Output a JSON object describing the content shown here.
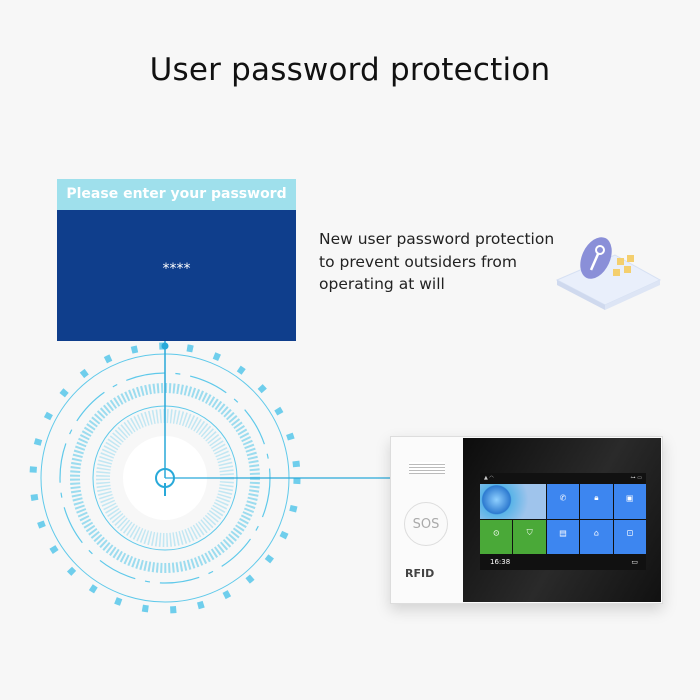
{
  "title": "User password protection",
  "password_screen": {
    "prompt": "Please enter your password",
    "masked_value": "****"
  },
  "description": "New user password protection to prevent outsiders from operating at will",
  "device": {
    "sos_label": "SOS",
    "rfid_label": "RFID",
    "clock": "16:38"
  },
  "colors": {
    "accent": "#0f3e8c",
    "header": "#9fe0ec",
    "tile_blue": "#3d86f0",
    "tile_green": "#4aa938",
    "ring": "#5fc9ea"
  },
  "icons": [
    "key-lock-icon",
    "fingerprint-ring-graphic"
  ]
}
